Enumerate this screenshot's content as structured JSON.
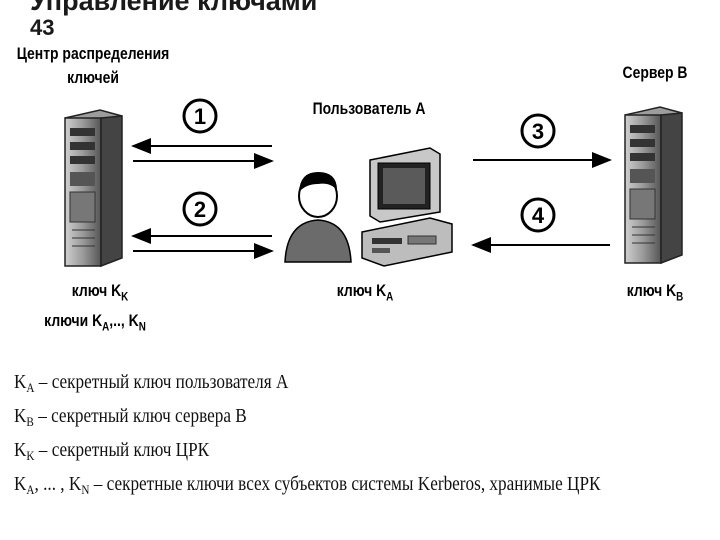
{
  "title": "Управление ключами",
  "slide_number": "43",
  "nodes": {
    "kdc_label": [
      "Центр распределения",
      "ключей"
    ],
    "user_label": "Пользователь A",
    "server_label": "Сервер B"
  },
  "steps": [
    "1",
    "2",
    "3",
    "4"
  ],
  "key_labels": {
    "kdc_key_prefix": "ключ K",
    "kdc_key_sub": "K",
    "kdc_keys_prefix": "ключи K",
    "kdc_keys_sub_a": "A",
    "kdc_keys_mid": ",.., K",
    "kdc_keys_sub_n": "N",
    "user_key_prefix": "ключ K",
    "user_key_sub": "A",
    "server_key_prefix": "ключ K",
    "server_key_sub": "B"
  },
  "legend": [
    {
      "sym": "K",
      "sub": "A",
      "text": " – секретный ключ пользователя A"
    },
    {
      "sym": "K",
      "sub": "B",
      "text": " – секретный ключ сервера B"
    },
    {
      "sym": "K",
      "sub": "K",
      "text": " – секретный ключ ЦРК"
    },
    {
      "sym": "K",
      "sub": "A",
      "mid": ", ... , K",
      "sub2": "N",
      "text": " – секретные ключи всех субъектов системы Kerberos,  хранимые ЦРК"
    }
  ]
}
